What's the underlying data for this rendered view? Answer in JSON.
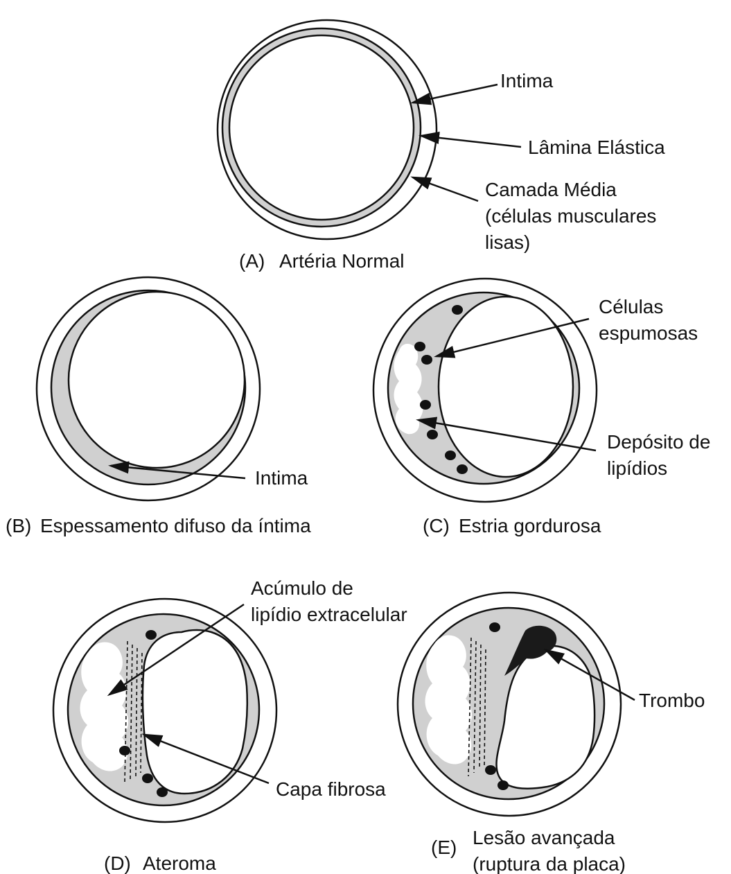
{
  "panels": {
    "a": {
      "caption_letter": "(A)",
      "caption_text": "Artéria Normal",
      "labels": {
        "intima": "Intima",
        "lamina": "Lâmina Elástica",
        "camada_line1": "Camada Média",
        "camada_line2": "(células musculares",
        "camada_line3": "lisas)"
      }
    },
    "b": {
      "caption_letter": "(B)",
      "caption_text": "Espessamento difuso da íntima",
      "labels": {
        "intima": "Intima"
      }
    },
    "c": {
      "caption_letter": "(C)",
      "caption_text": "Estria gordurosa",
      "labels": {
        "celulas_line1": "Células",
        "celulas_line2": "espumosas",
        "deposito_line1": "Depósito de",
        "deposito_line2": "lipídios"
      }
    },
    "d": {
      "caption_letter": "(D)",
      "caption_text": "Ateroma",
      "labels": {
        "acumulo_line1": "Acúmulo de",
        "acumulo_line2": "lipídio extracelular",
        "capa": "Capa fibrosa"
      }
    },
    "e": {
      "caption_letter": "(E)",
      "caption_text_line1": "Lesão avançada",
      "caption_text_line2": "(ruptura da placa)",
      "labels": {
        "trombo": "Trombo"
      }
    }
  },
  "colors": {
    "outline": "#111111",
    "intima_fill": "#d0d0d0",
    "background": "#ffffff"
  }
}
